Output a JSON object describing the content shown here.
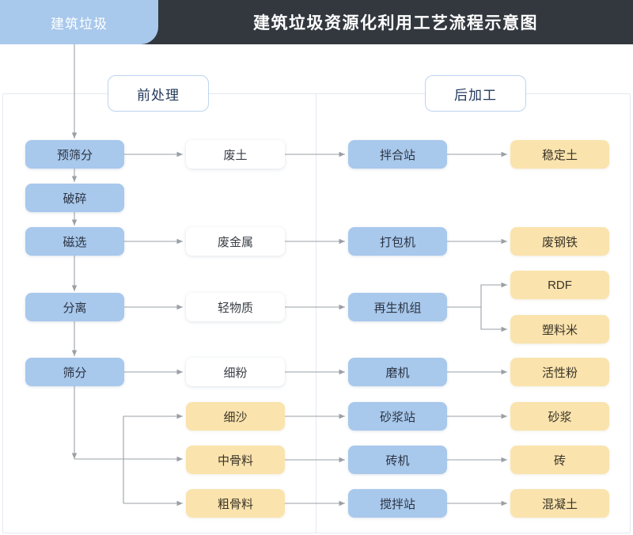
{
  "header": {
    "tab_label": "建筑垃圾",
    "title": "建筑垃圾资源化利用工艺流程示意图",
    "tab_color": "#a8c8ec",
    "bar_color": "#33383f"
  },
  "sections": {
    "pre_label": "前处理",
    "post_label": "后加工"
  },
  "palette": {
    "blue": "#a8c8ec",
    "yellow": "#fae3ad",
    "white": "#ffffff",
    "line": "#9aa0a6",
    "panel_border": "#e4e9f0"
  },
  "columns": {
    "process": [
      {
        "id": "pre-screen",
        "label": "预筛分"
      },
      {
        "id": "crush",
        "label": "破碎"
      },
      {
        "id": "magnetic",
        "label": "磁选"
      },
      {
        "id": "separate",
        "label": "分离"
      },
      {
        "id": "screen",
        "label": "筛分"
      }
    ],
    "intermediate": [
      {
        "id": "waste-soil",
        "label": "废土",
        "style": "white"
      },
      {
        "id": "waste-metal",
        "label": "废金属",
        "style": "white"
      },
      {
        "id": "light-matter",
        "label": "轻物质",
        "style": "white"
      },
      {
        "id": "fine-powder",
        "label": "细粉",
        "style": "white"
      },
      {
        "id": "fine-sand",
        "label": "细沙",
        "style": "yellow"
      },
      {
        "id": "mid-aggregate",
        "label": "中骨料",
        "style": "yellow"
      },
      {
        "id": "coarse-aggregate",
        "label": "粗骨料",
        "style": "yellow"
      }
    ],
    "equipment": [
      {
        "id": "mixing-station",
        "label": "拌合站"
      },
      {
        "id": "baler",
        "label": "打包机"
      },
      {
        "id": "regen-unit",
        "label": "再生机组"
      },
      {
        "id": "mill",
        "label": "磨机"
      },
      {
        "id": "mortar-station",
        "label": "砂浆站"
      },
      {
        "id": "brick-machine",
        "label": "砖机"
      },
      {
        "id": "concrete-station",
        "label": "搅拌站"
      }
    ],
    "product": [
      {
        "id": "stabilized-soil",
        "label": "稳定土"
      },
      {
        "id": "scrap-steel",
        "label": "废钢铁"
      },
      {
        "id": "rdf",
        "label": "RDF"
      },
      {
        "id": "plastic-pellet",
        "label": "塑料米"
      },
      {
        "id": "active-powder",
        "label": "活性粉"
      },
      {
        "id": "mortar",
        "label": "砂浆"
      },
      {
        "id": "brick",
        "label": "砖"
      },
      {
        "id": "concrete",
        "label": "混凝土"
      }
    ]
  },
  "chart_data": {
    "type": "diagram",
    "title": "建筑垃圾资源化利用工艺流程示意图",
    "flow_edges": [
      {
        "from": "建筑垃圾",
        "to": "预筛分"
      },
      {
        "from": "预筛分",
        "to": "破碎"
      },
      {
        "from": "预筛分",
        "to": "废土"
      },
      {
        "from": "破碎",
        "to": "磁选"
      },
      {
        "from": "磁选",
        "to": "废金属"
      },
      {
        "from": "磁选",
        "to": "分离"
      },
      {
        "from": "分离",
        "to": "轻物质"
      },
      {
        "from": "分离",
        "to": "筛分"
      },
      {
        "from": "筛分",
        "to": "细粉"
      },
      {
        "from": "筛分",
        "to": "细沙"
      },
      {
        "from": "筛分",
        "to": "中骨料"
      },
      {
        "from": "筛分",
        "to": "粗骨料"
      },
      {
        "from": "废土",
        "to": "拌合站"
      },
      {
        "from": "废金属",
        "to": "打包机"
      },
      {
        "from": "轻物质",
        "to": "再生机组"
      },
      {
        "from": "细粉",
        "to": "磨机"
      },
      {
        "from": "细沙",
        "to": "砂浆站"
      },
      {
        "from": "中骨料",
        "to": "砖机"
      },
      {
        "from": "粗骨料",
        "to": "搅拌站"
      },
      {
        "from": "拌合站",
        "to": "稳定土"
      },
      {
        "from": "打包机",
        "to": "废钢铁"
      },
      {
        "from": "再生机组",
        "to": "RDF"
      },
      {
        "from": "再生机组",
        "to": "塑料米"
      },
      {
        "from": "磨机",
        "to": "活性粉"
      },
      {
        "from": "砂浆站",
        "to": "砂浆"
      },
      {
        "from": "砖机",
        "to": "砖"
      },
      {
        "from": "搅拌站",
        "to": "混凝土"
      }
    ]
  }
}
